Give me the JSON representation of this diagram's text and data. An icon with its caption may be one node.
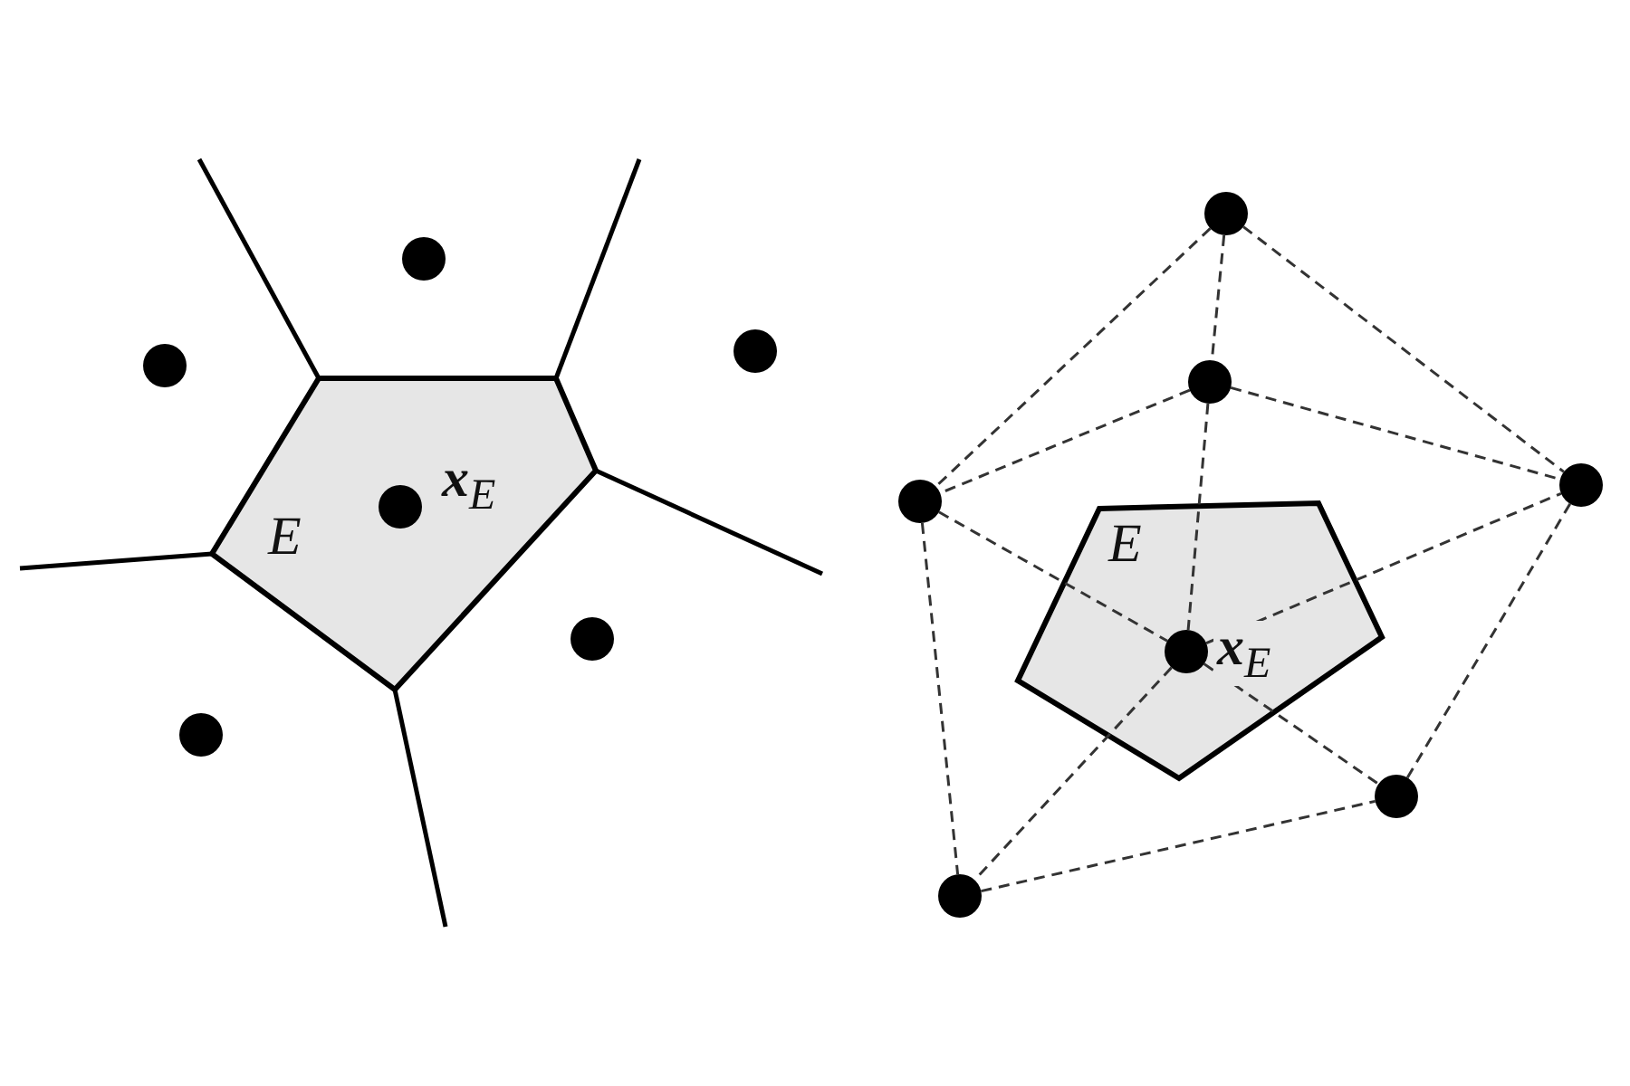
{
  "diagram": {
    "nodes": [
      {
        "text": [
          "E"
        ]
      },
      {
        "text": [],
        "shape": "circle",
        "in": 0,
        "beside": [
          "**x**$_{E}$"
        ]
      },
      {
        "text": [],
        "shape": "circle"
      },
      {
        "text": [],
        "shape": "circle"
      },
      {
        "text": [],
        "shape": "circle"
      },
      {
        "text": [],
        "shape": "circle"
      },
      {
        "text": [],
        "shape": "circle"
      },
      {
        "text": [
          "E"
        ]
      },
      {
        "text": [],
        "shape": "circle"
      },
      {
        "text": [],
        "shape": "circle"
      },
      {
        "text": [],
        "shape": "circle"
      },
      {
        "text": [],
        "shape": "circle"
      },
      {
        "text": [],
        "shape": "circle",
        "in": 7,
        "beside": [
          "**x**$_{E}$"
        ]
      },
      {
        "text": [],
        "shape": "circle"
      },
      {
        "text": [],
        "shape": "circle"
      }
    ],
    "edges": [
      {
        "from": 8,
        "to": 10,
        "arrow": "none",
        "style": "dashed"
      },
      {
        "from": 8,
        "to": 11,
        "arrow": "none",
        "style": "dashed"
      },
      {
        "from": 8,
        "to": 9,
        "arrow": "none",
        "style": "dashed"
      },
      {
        "from": 9,
        "to": 10,
        "arrow": "none",
        "style": "dashed"
      },
      {
        "from": 9,
        "to": 11,
        "arrow": "none",
        "style": "dashed"
      },
      {
        "from": 9,
        "to": 12,
        "arrow": "none",
        "style": "dashed"
      },
      {
        "from": 10,
        "to": 12,
        "arrow": "none",
        "style": "dashed"
      },
      {
        "from": 10,
        "to": 14,
        "arrow": "none",
        "style": "dashed"
      },
      {
        "from": 12,
        "to": 14,
        "arrow": "none",
        "style": "dashed"
      },
      {
        "from": 12,
        "to": 13,
        "arrow": "none",
        "style": "dashed"
      },
      {
        "from": 12,
        "to": 11,
        "arrow": "none",
        "style": "dashed"
      },
      {
        "from": 11,
        "to": 13,
        "arrow": "none",
        "style": "dashed"
      },
      {
        "from": 14,
        "to": 13,
        "arrow": "none",
        "style": "dashed"
      }
    ]
  }
}
